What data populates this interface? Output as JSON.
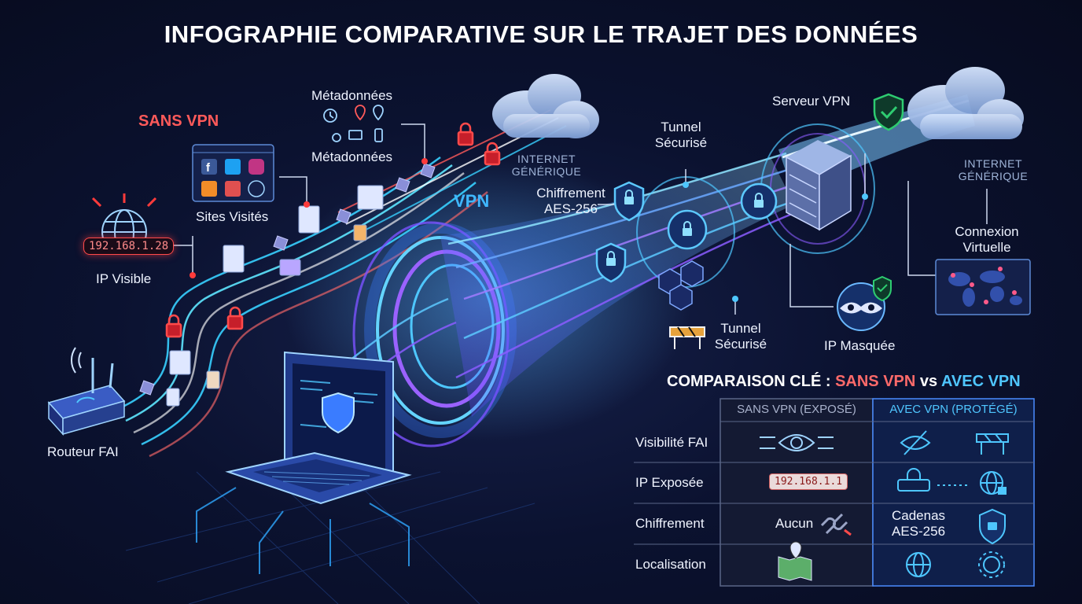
{
  "title": "INFOGRAPHIE COMPARATIVE SUR LE TRAJET DES DONNÉES",
  "left": {
    "section_label": "SANS VPN",
    "metadata_top": "Métadonnées",
    "metadata_bottom": "Métadonnées",
    "sites_label": "Sites Visités",
    "ip_address": "192.168.1.28",
    "ip_label": "IP Visible",
    "router_label": "Routeur FAI",
    "internet_label_line1": "INTERNET",
    "internet_label_line2": "GÉNÉRIQUE"
  },
  "right": {
    "vpn_label": "VPN",
    "server_label": "Serveur VPN",
    "tunnel_top_line1": "Tunnel",
    "tunnel_top_line2": "Sécurisé",
    "encryption_line1": "Chiffrement",
    "encryption_line2": "AES-256",
    "tunnel_bottom_line1": "Tunnel",
    "tunnel_bottom_line2": "Sécurisé",
    "ip_masked_label": "IP Masquée",
    "virtual_conn_line1": "Connexion",
    "virtual_conn_line2": "Virtuelle",
    "internet_label_line1": "INTERNET",
    "internet_label_line2": "GÉNÉRIQUE"
  },
  "comparison": {
    "title_prefix": "COMPARAISON CLÉ : ",
    "title_red": "SANS VPN",
    "title_mid": " vs ",
    "title_blue": "AVEC VPN",
    "col_exposed": "SANS VPN (EXPOSÉ)",
    "col_protected": "AVEC VPN (PROTÉGÉ)",
    "rows": [
      {
        "label": "Visibilité FAI"
      },
      {
        "label": "IP Exposée",
        "exposed_ip": "192.168.1.1"
      },
      {
        "label": "Chiffrement",
        "exposed_text": "Aucun",
        "protected_line1": "Cadenas",
        "protected_line2": "AES-256"
      },
      {
        "label": "Localisation"
      }
    ]
  },
  "colors": {
    "danger": "#ff5a5a",
    "accent": "#3fb7ff",
    "shield_green": "#2ecc71",
    "tunnel_purple": "#8a5cff"
  },
  "icons": [
    "facebook-icon",
    "twitter-icon",
    "instagram-icon",
    "cart-icon",
    "news-icon",
    "globe-icon",
    "clock-icon",
    "location-pin-icon",
    "monitor-icon",
    "phone-icon",
    "lock-icon",
    "shield-icon",
    "server-icon",
    "router-icon",
    "eye-icon",
    "eye-slash-icon",
    "barrier-icon",
    "broken-link-icon",
    "map-icon",
    "mask-icon",
    "cloud-icon",
    "laptop-icon"
  ]
}
